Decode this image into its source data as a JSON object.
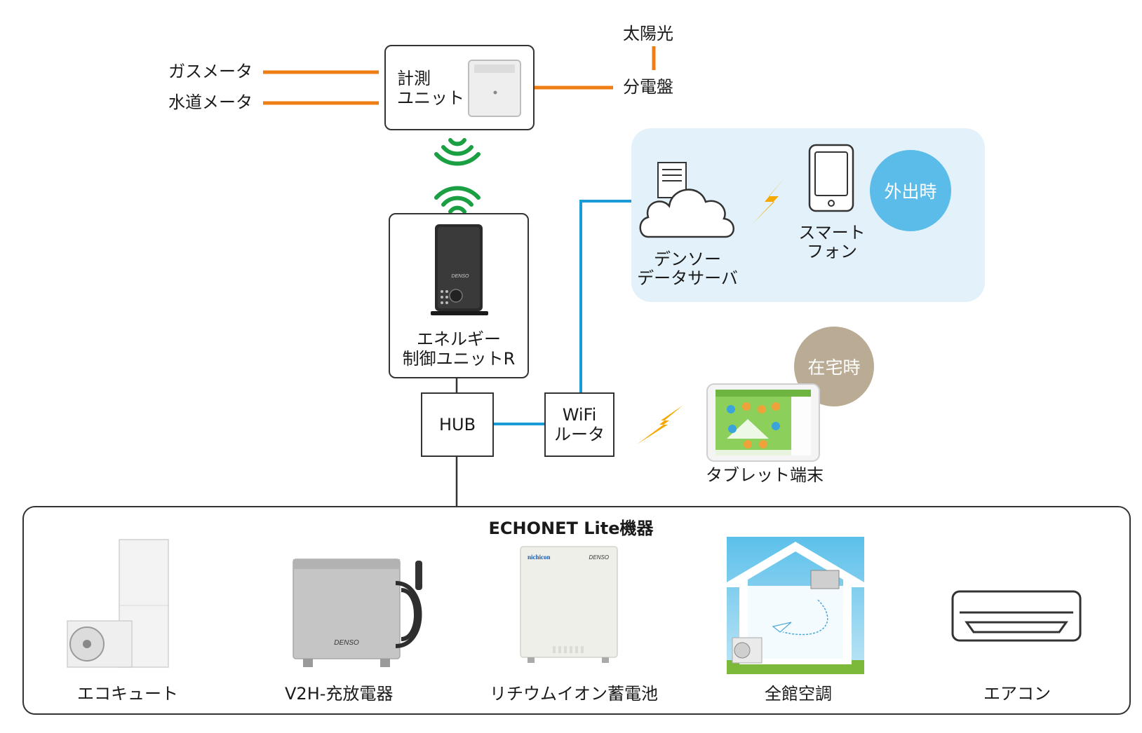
{
  "top": {
    "gas_meter": "ガスメータ",
    "water_meter": "水道メータ",
    "measure_unit": [
      "計測",
      "ユニット"
    ],
    "solar": "太陽光",
    "panel": "分電盤"
  },
  "controller": {
    "label": [
      "エネルギー",
      "制御ユニットR"
    ],
    "brand": "DENSO"
  },
  "network": {
    "hub": "HUB",
    "wifi": [
      "WiFi",
      "ルータ"
    ]
  },
  "cloud": {
    "server": [
      "デンソー",
      "データサーバ"
    ],
    "phone": [
      "スマート",
      "フォン"
    ],
    "away_badge": "外出時"
  },
  "tablet": {
    "label": "タブレット端末",
    "home_badge": "在宅時"
  },
  "echonet": {
    "title": "ECHONET Lite機器",
    "devices": [
      "エコキュート",
      "V2H-充放電器",
      "リチウムイオン蓄電池",
      "全館空調",
      "エアコン"
    ],
    "v2h_brand": "DENSO",
    "battery_brands": [
      "nichicon",
      "DENSO"
    ]
  },
  "colors": {
    "orange_line": "#ef7d16",
    "blue_line": "#1a9ad6",
    "wireless_green": "#1aa043",
    "lightning": "#f5a800",
    "cloud_panel": "#e3f2fa",
    "away_circle": "#5bbce9",
    "home_circle": "#b9ab94"
  },
  "icons": [
    "wireless-signal-icon",
    "cloud-server-icon",
    "smartphone-icon",
    "lightning-icon",
    "tablet-icon",
    "air-conditioner-icon"
  ]
}
